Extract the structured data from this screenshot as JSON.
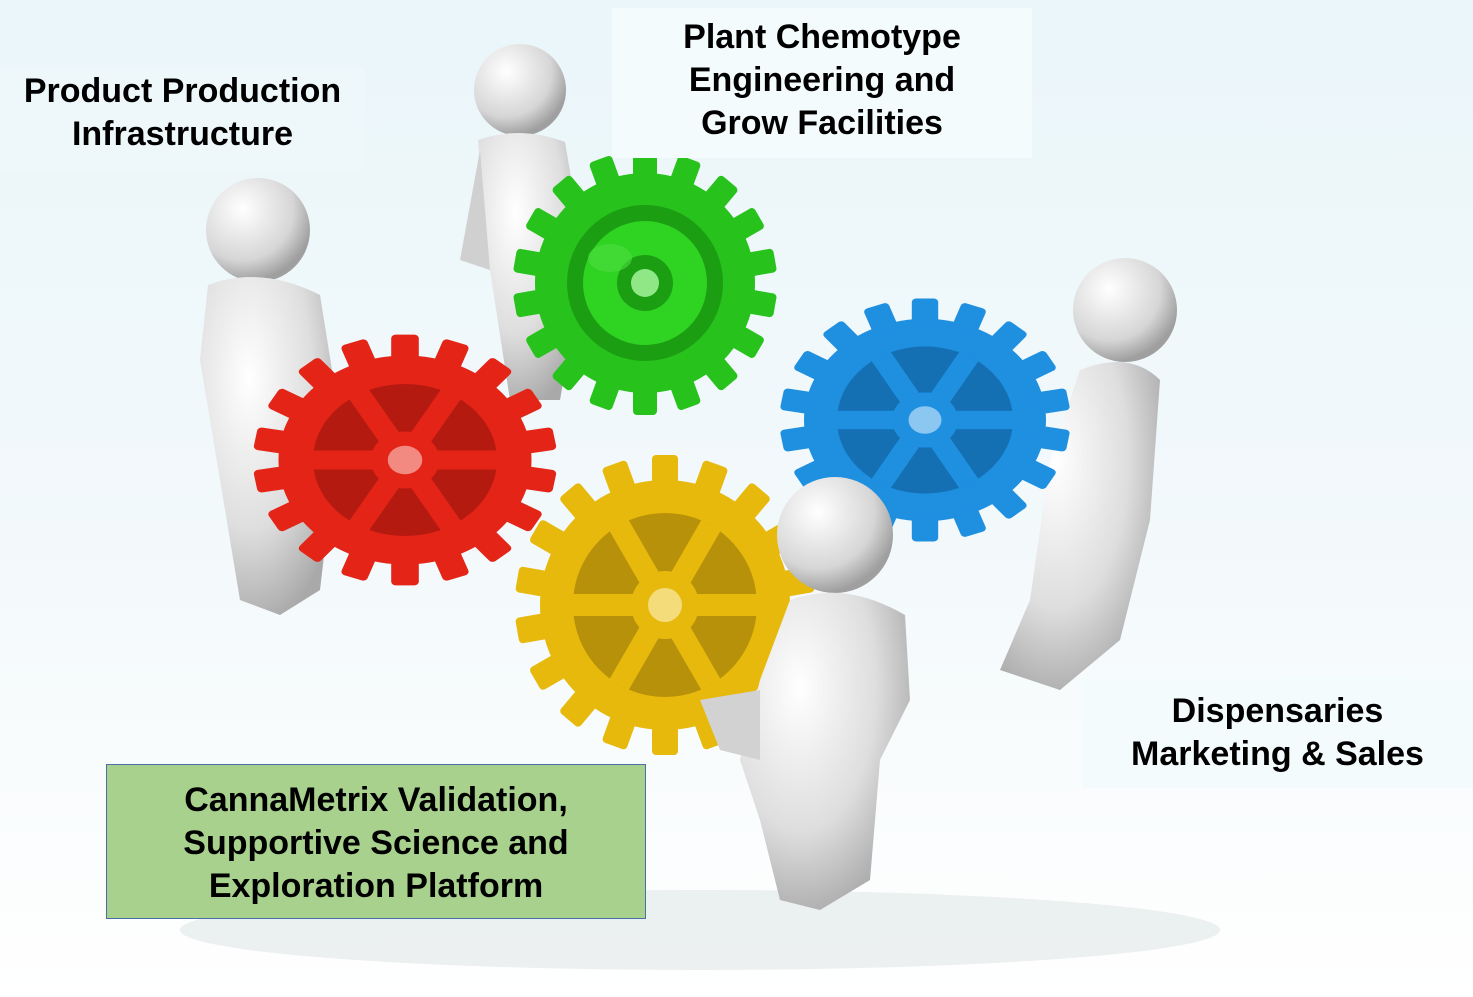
{
  "labels": {
    "product_production": [
      "Product Production",
      "Infrastructure"
    ],
    "plant_chemotype": [
      "Plant Chemotype",
      "Engineering and",
      "Grow Facilities"
    ],
    "dispensaries": [
      "Dispensaries",
      "Marketing & Sales"
    ],
    "cannametrix": [
      "CannaMetrix Validation,",
      "Supportive Science and",
      "Exploration Platform"
    ]
  },
  "gears": [
    {
      "name": "green-gear",
      "color": "#27c21b"
    },
    {
      "name": "red-gear",
      "color": "#e32417"
    },
    {
      "name": "blue-gear",
      "color": "#1f8fe0"
    },
    {
      "name": "yellow-gear",
      "color": "#e6b90c"
    }
  ],
  "colors": {
    "figure": "#e6e6e6",
    "figure_shade": "#b8b8b8",
    "box_fill": "#a9d18e",
    "box_border": "#4a6fa5"
  }
}
